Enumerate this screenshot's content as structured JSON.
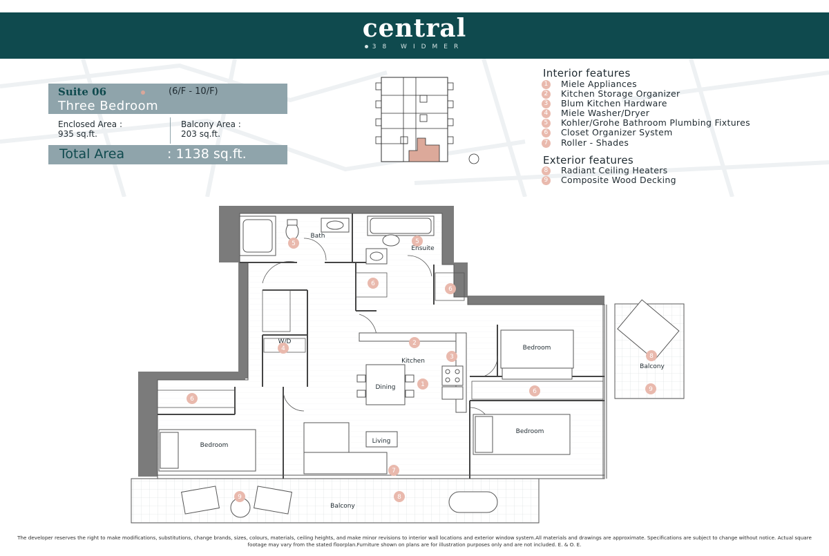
{
  "brand": {
    "name": "central",
    "sub": "38 WIDMER"
  },
  "suite": {
    "name": "Suite 06",
    "floors": "(6/F - 10/F)",
    "type": "Three Bedroom",
    "enclosed_label": "Enclosed Area :",
    "enclosed_value": "935 sq.ft.",
    "balcony_label": "Balcony Area :",
    "balcony_value": "203 sq.ft.",
    "total_label": "Total Area",
    "total_value": ":  1138 sq.ft."
  },
  "interior": {
    "title": "Interior features",
    "items": [
      {
        "num": "1",
        "label": "Miele Appliances"
      },
      {
        "num": "2",
        "label": "Kitchen Storage Organizer"
      },
      {
        "num": "3",
        "label": "Blum Kitchen Hardware"
      },
      {
        "num": "4",
        "label": "Miele Washer/Dryer"
      },
      {
        "num": "5",
        "label": "Kohler/Grohe Bathroom Plumbing Fixtures"
      },
      {
        "num": "6",
        "label": "Closet Organizer System"
      },
      {
        "num": "7",
        "label": "Roller - Shades"
      }
    ]
  },
  "exterior": {
    "title": "Exterior features",
    "items": [
      {
        "num": "8",
        "label": "Radiant Ceiling Heaters"
      },
      {
        "num": "9",
        "label": "Composite Wood Decking"
      }
    ]
  },
  "plan": {
    "bath": "Bath",
    "ensuite": "Ensuite",
    "wd": "W/D",
    "kitchen": "Kitchen",
    "dining": "Dining",
    "living": "Living",
    "bedroom": "Bedroom",
    "balcony": "Balcony",
    "markers": {
      "1": "1",
      "2": "2",
      "3": "3",
      "4": "4",
      "5": "5",
      "6": "6",
      "7": "7",
      "8": "8",
      "9": "9"
    }
  },
  "disclaimer": "The developer reserves the right to make modifications, substitutions, change brands, sizes, colours, materials, ceiling heights, and make minor revisions to interior wall locations and exterior window system.All materials and drawings are approximate. Specifications are subject to change without notice. Actual square footage may vary from the stated floorplan.Furniture shown on plans are for illustration purposes only and are not included. E. & O. E.",
  "colors": {
    "brand": "#0f4a4e",
    "band": "#8fa4ab",
    "marker": "#e9b9ad",
    "highlight": "#dca99a"
  }
}
